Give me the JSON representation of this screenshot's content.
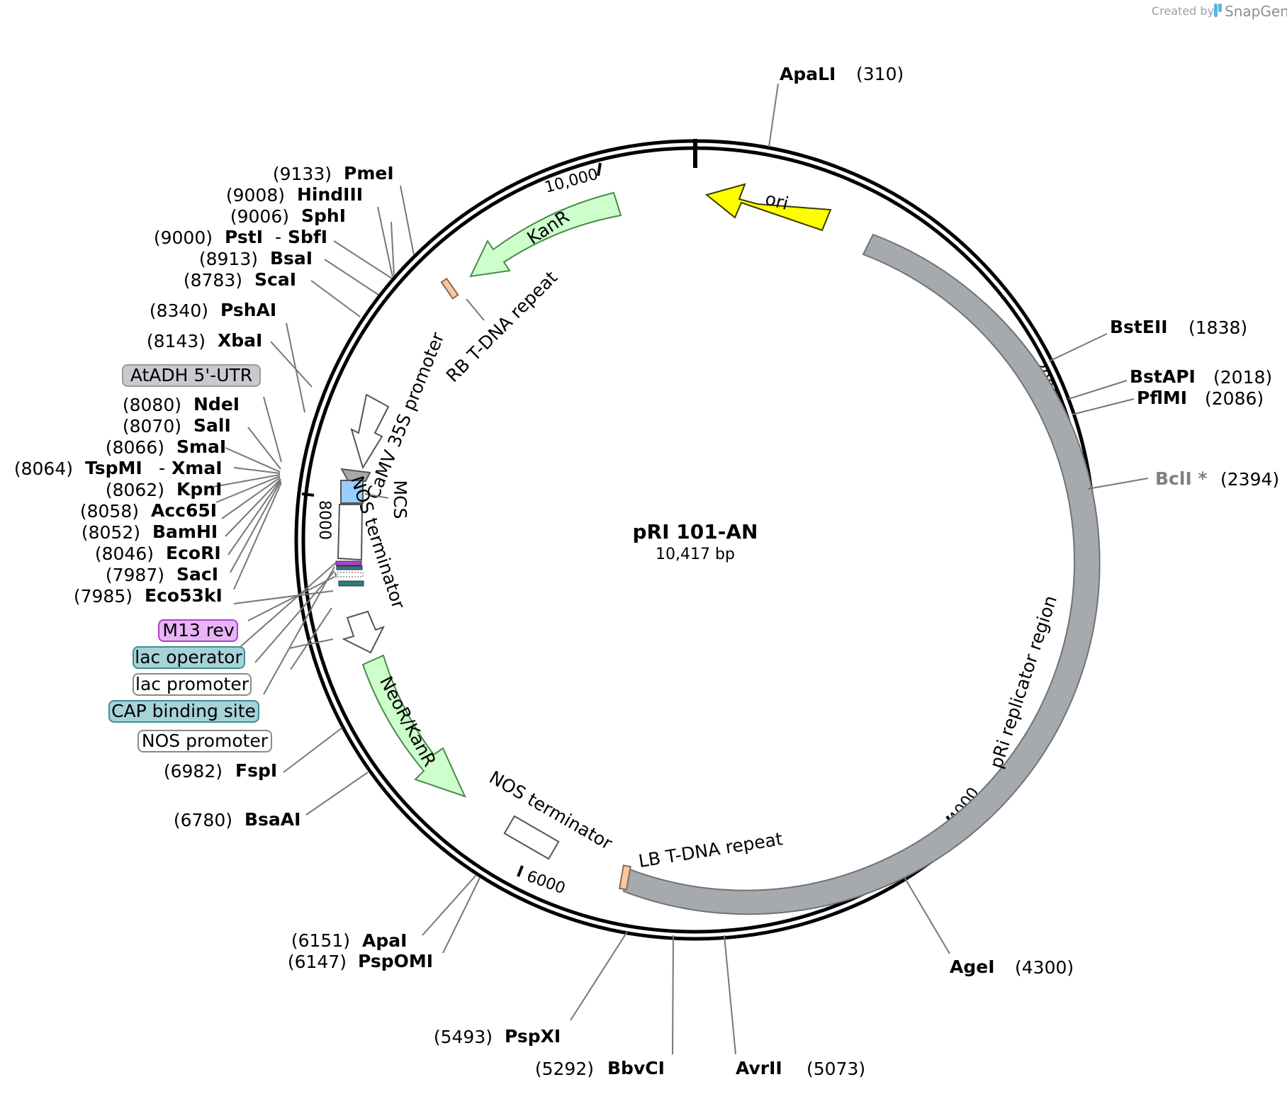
{
  "watermark": {
    "prefix": "Created by",
    "brand": "SnapGene"
  },
  "plasmid": {
    "name": "pRI 101-AN",
    "length_label": "10,417 bp"
  },
  "ticks": [
    "10,000",
    "2000",
    "4000",
    "6000",
    "8000"
  ],
  "sites": [
    {
      "name": "ApaLI",
      "pos": "(310)"
    },
    {
      "name": "BstEII",
      "pos": "(1838)"
    },
    {
      "name": "BstAPI",
      "pos": "(2018)"
    },
    {
      "name": "PflMI",
      "pos": "(2086)"
    },
    {
      "name": "BclI *",
      "pos": "(2394)"
    },
    {
      "name": "AgeI",
      "pos": "(4300)"
    },
    {
      "name": "AvrII",
      "pos": "(5073)"
    },
    {
      "name": "BbvCI",
      "pos": "(5292)"
    },
    {
      "name": "PspXI",
      "pos": "(5493)"
    },
    {
      "name": "PspOMI",
      "pos": "(6147)"
    },
    {
      "name": "ApaI",
      "pos": "(6151)"
    },
    {
      "name": "BsaAI",
      "pos": "(6780)"
    },
    {
      "name": "FspI",
      "pos": "(6982)"
    },
    {
      "name": "Eco53kI",
      "pos": "(7985)"
    },
    {
      "name": "SacI",
      "pos": "(7987)"
    },
    {
      "name": "EcoRI",
      "pos": "(8046)"
    },
    {
      "name": "BamHI",
      "pos": "(8052)"
    },
    {
      "name": "Acc65I",
      "pos": "(8058)"
    },
    {
      "name": "KpnI",
      "pos": "(8062)"
    },
    {
      "name": "TspMI",
      "pos": "(8064)",
      "alt": "XmaI"
    },
    {
      "name": "SmaI",
      "pos": "(8066)"
    },
    {
      "name": "SalI",
      "pos": "(8070)"
    },
    {
      "name": "NdeI",
      "pos": "(8080)"
    },
    {
      "name": "XbaI",
      "pos": "(8143)"
    },
    {
      "name": "PshAI",
      "pos": "(8340)"
    },
    {
      "name": "ScaI",
      "pos": "(8783)"
    },
    {
      "name": "BsaI",
      "pos": "(8913)"
    },
    {
      "name": "PstI",
      "pos": "(9000)",
      "alt": "SbfI"
    },
    {
      "name": "SphI",
      "pos": "(9006)"
    },
    {
      "name": "HindIII",
      "pos": "(9008)"
    },
    {
      "name": "PmeI",
      "pos": "(9133)"
    }
  ],
  "boxed_features": [
    {
      "label": "AtADH 5'-UTR",
      "fill": "#c8cacd",
      "stroke": "#9a9a9a"
    },
    {
      "label": "M13 rev",
      "fill": "#e8b4f8",
      "stroke": "#b03fcf"
    },
    {
      "label": "lac operator",
      "fill": "#a7d3d8",
      "stroke": "#3c8f99"
    },
    {
      "label": "lac promoter",
      "fill": "#ffffff",
      "stroke": "#8a8a8a"
    },
    {
      "label": "CAP binding site",
      "fill": "#a7d3d8",
      "stroke": "#3c8f99"
    },
    {
      "label": "NOS promoter",
      "fill": "#ffffff",
      "stroke": "#8a8a8a"
    }
  ],
  "features": {
    "ori": {
      "label": "ori",
      "color": "#ffff00"
    },
    "kanr": {
      "label": "KanR",
      "color": "#ccffcc"
    },
    "neor": {
      "label": "NeoR/KanR",
      "color": "#ccffcc"
    },
    "pri": {
      "label": "pRi replicator region",
      "color": "#a6a9ae"
    },
    "camv": {
      "label": "CaMV 35S promoter"
    },
    "rb": {
      "label": "RB T-DNA repeat"
    },
    "mcs": {
      "label": "MCS"
    },
    "nos_term_inner": {
      "label": "NOS terminator"
    },
    "nos_term_outer": {
      "label": "NOS terminator"
    },
    "lb": {
      "label": "LB T-DNA repeat"
    }
  }
}
